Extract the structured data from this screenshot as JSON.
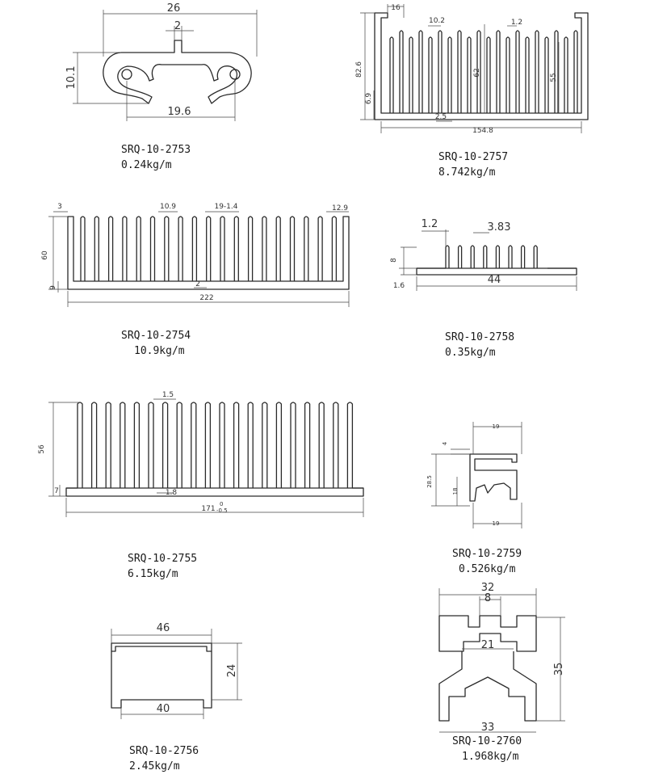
{
  "profiles": [
    {
      "model": "SRQ-10-2753",
      "weight": "0.24kg/m",
      "dims": {
        "width": "26",
        "gap": "2",
        "height": "10.1",
        "inner": "19.6"
      }
    },
    {
      "model": "SRQ-10-2757",
      "weight": "8.742kg/m",
      "dims": {
        "flange": "16",
        "pitch": "10.2",
        "fin": "1.2",
        "height": "82.6",
        "fin_h": "62",
        "fin_h2": "55",
        "base": "6.9",
        "gap": "2.5",
        "width": "154.8"
      }
    },
    {
      "model": "SRQ-10-2754",
      "weight": "10.9kg/m",
      "dims": {
        "edge": "3",
        "pitch": "10.9",
        "fin": "19-1.4",
        "edge_r": "12.9",
        "height": "60",
        "base": "9",
        "gap": "2",
        "width": "222"
      }
    },
    {
      "model": "SRQ-10-2758",
      "weight": "0.35kg/m",
      "dims": {
        "fin": "1.2",
        "pitch": "3.83",
        "height": "8",
        "base": "1.6",
        "width": "44"
      }
    },
    {
      "model": "SRQ-10-2755",
      "weight": "6.15kg/m",
      "dims": {
        "fin": "1.5",
        "height": "56",
        "base": "7",
        "root": "1.8",
        "width": "171",
        "tol_up": "0",
        "tol_dn": "-0.5"
      }
    },
    {
      "model": "SRQ-10-2759",
      "weight": "0.526kg/m",
      "dims": {
        "top": "19",
        "lip": "4",
        "height": "28.5",
        "inner": "18",
        "bottom": "19"
      }
    },
    {
      "model": "SRQ-10-2756",
      "weight": "2.45kg/m",
      "dims": {
        "top": "46",
        "height": "24",
        "bottom": "40"
      }
    },
    {
      "model": "SRQ-10-2760",
      "weight": "1.968kg/m",
      "dims": {
        "width": "32",
        "slot": "8",
        "neck": "21",
        "height": "35",
        "bottom": "33"
      }
    }
  ]
}
